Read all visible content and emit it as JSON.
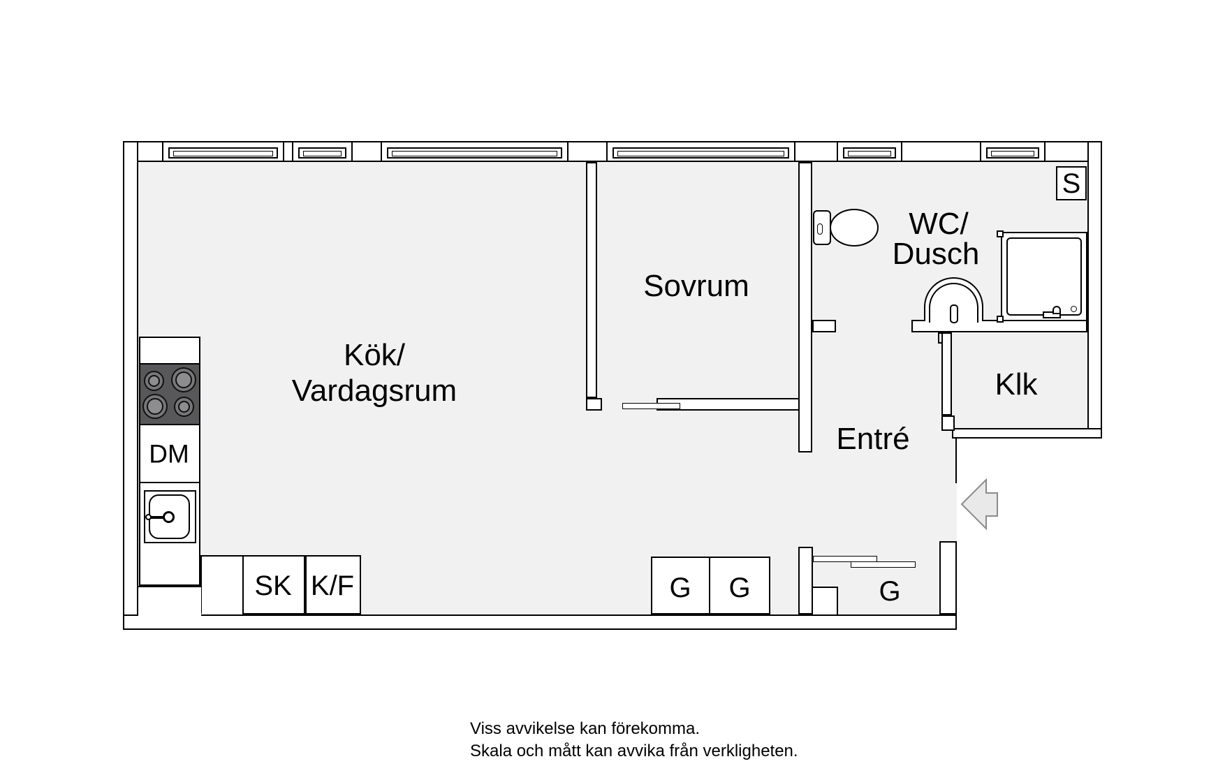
{
  "rooms": {
    "kitchen_living": {
      "line1": "Kök/",
      "line2": "Vardagsrum"
    },
    "bedroom": {
      "label": "Sovrum"
    },
    "bathroom": {
      "line1": "WC/",
      "line2": "Dusch"
    },
    "entry": {
      "label": "Entré"
    },
    "closet": {
      "label": "Klk"
    }
  },
  "fixtures": {
    "dishwasher": "DM",
    "broom_closet": "SK",
    "fridge_freezer": "K/F",
    "wardrobe_a": "G",
    "wardrobe_b": "G",
    "wardrobe_c": "G",
    "shaft": "S"
  },
  "notes": {
    "line1": "Viss avvikelse kan förekomma.",
    "line2": "Skala och mått kan avvika från verkligheten."
  },
  "colors": {
    "floor": "#f1f1f1",
    "wall_line": "#000000",
    "stove_top": "#58585a",
    "arrow_fill": "#e9e9e9",
    "arrow_stroke": "#8a8a8a"
  }
}
